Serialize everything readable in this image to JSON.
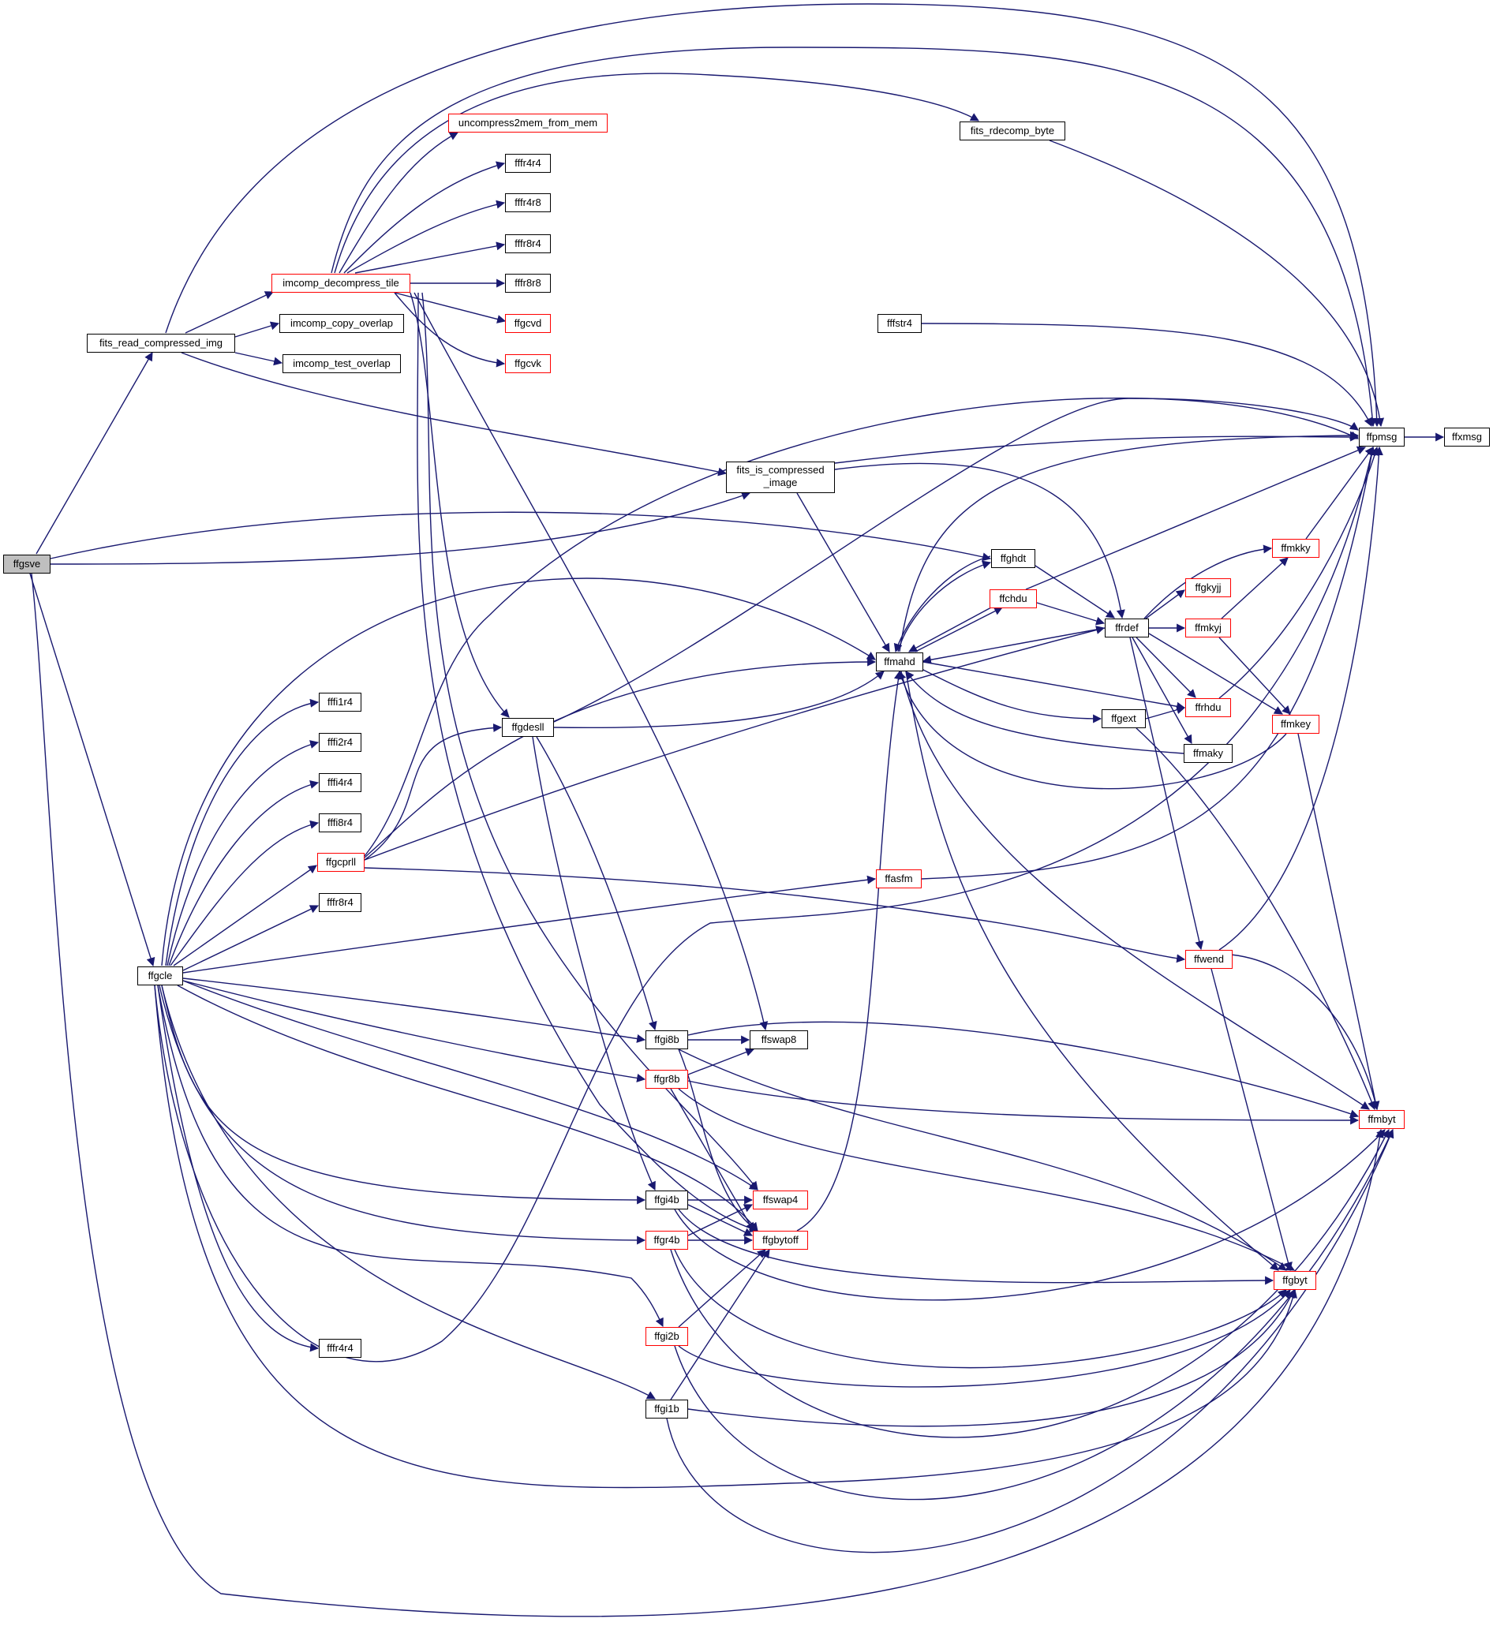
{
  "diagram": {
    "edge_color": "#191970",
    "node_border_default": "#000000",
    "node_border_truncated": "#ff0000",
    "selected_node_fill": "#bfbfbf",
    "nodes": {
      "ffgsve": "ffgsve",
      "fits_read_compressed_img": "fits_read_compressed_img",
      "imcomp_decompress_tile": "imcomp_decompress_tile",
      "imcomp_copy_overlap": "imcomp_copy_overlap",
      "imcomp_test_overlap": "imcomp_test_overlap",
      "uncompress2mem_from_mem": "uncompress2mem_from_mem",
      "fffr4r4_a": "fffr4r4",
      "fffr4r8": "fffr4r8",
      "fffr8r4_a": "fffr8r4",
      "fffr8r8": "fffr8r8",
      "ffgcvd": "ffgcvd",
      "ffgcvk": "ffgcvk",
      "fits_rdecomp_byte": "fits_rdecomp_byte",
      "fffstr4": "fffstr4",
      "fits_is_compressed_image_l1": "fits_is_compressed",
      "fits_is_compressed_image_l2": "_image",
      "ffpmsg": "ffpmsg",
      "ffxmsg": "ffxmsg",
      "ffghdt": "ffghdt",
      "ffchdu": "ffchdu",
      "ffrdef": "ffrdef",
      "ffmkky": "ffmkky",
      "ffgkyjj": "ffgkyjj",
      "ffmkyj": "ffmkyj",
      "ffmahd": "ffmahd",
      "ffrhdu": "ffrhdu",
      "ffmkey": "ffmkey",
      "ffgext": "ffgext",
      "ffmaky": "ffmaky",
      "ffgdesll": "ffgdesll",
      "fffi1r4": "fffi1r4",
      "fffi2r4": "fffi2r4",
      "fffi4r4": "fffi4r4",
      "fffi8r4": "fffi8r4",
      "ffgcprll": "ffgcprll",
      "fffr8r4_b": "fffr8r4",
      "ffasfm": "ffasfm",
      "ffwend": "ffwend",
      "ffgcle": "ffgcle",
      "ffgi8b": "ffgi8b",
      "ffswap8": "ffswap8",
      "ffgr8b": "ffgr8b",
      "ffmbyt": "ffmbyt",
      "ffgi4b": "ffgi4b",
      "ffswap4": "ffswap4",
      "ffgr4b": "ffgr4b",
      "ffgbytoff": "ffgbytoff",
      "ffgbyt": "ffgbyt",
      "ffgi2b": "ffgi2b",
      "fffr4r4_b": "fffr4r4",
      "ffgi1b": "ffgi1b"
    }
  }
}
